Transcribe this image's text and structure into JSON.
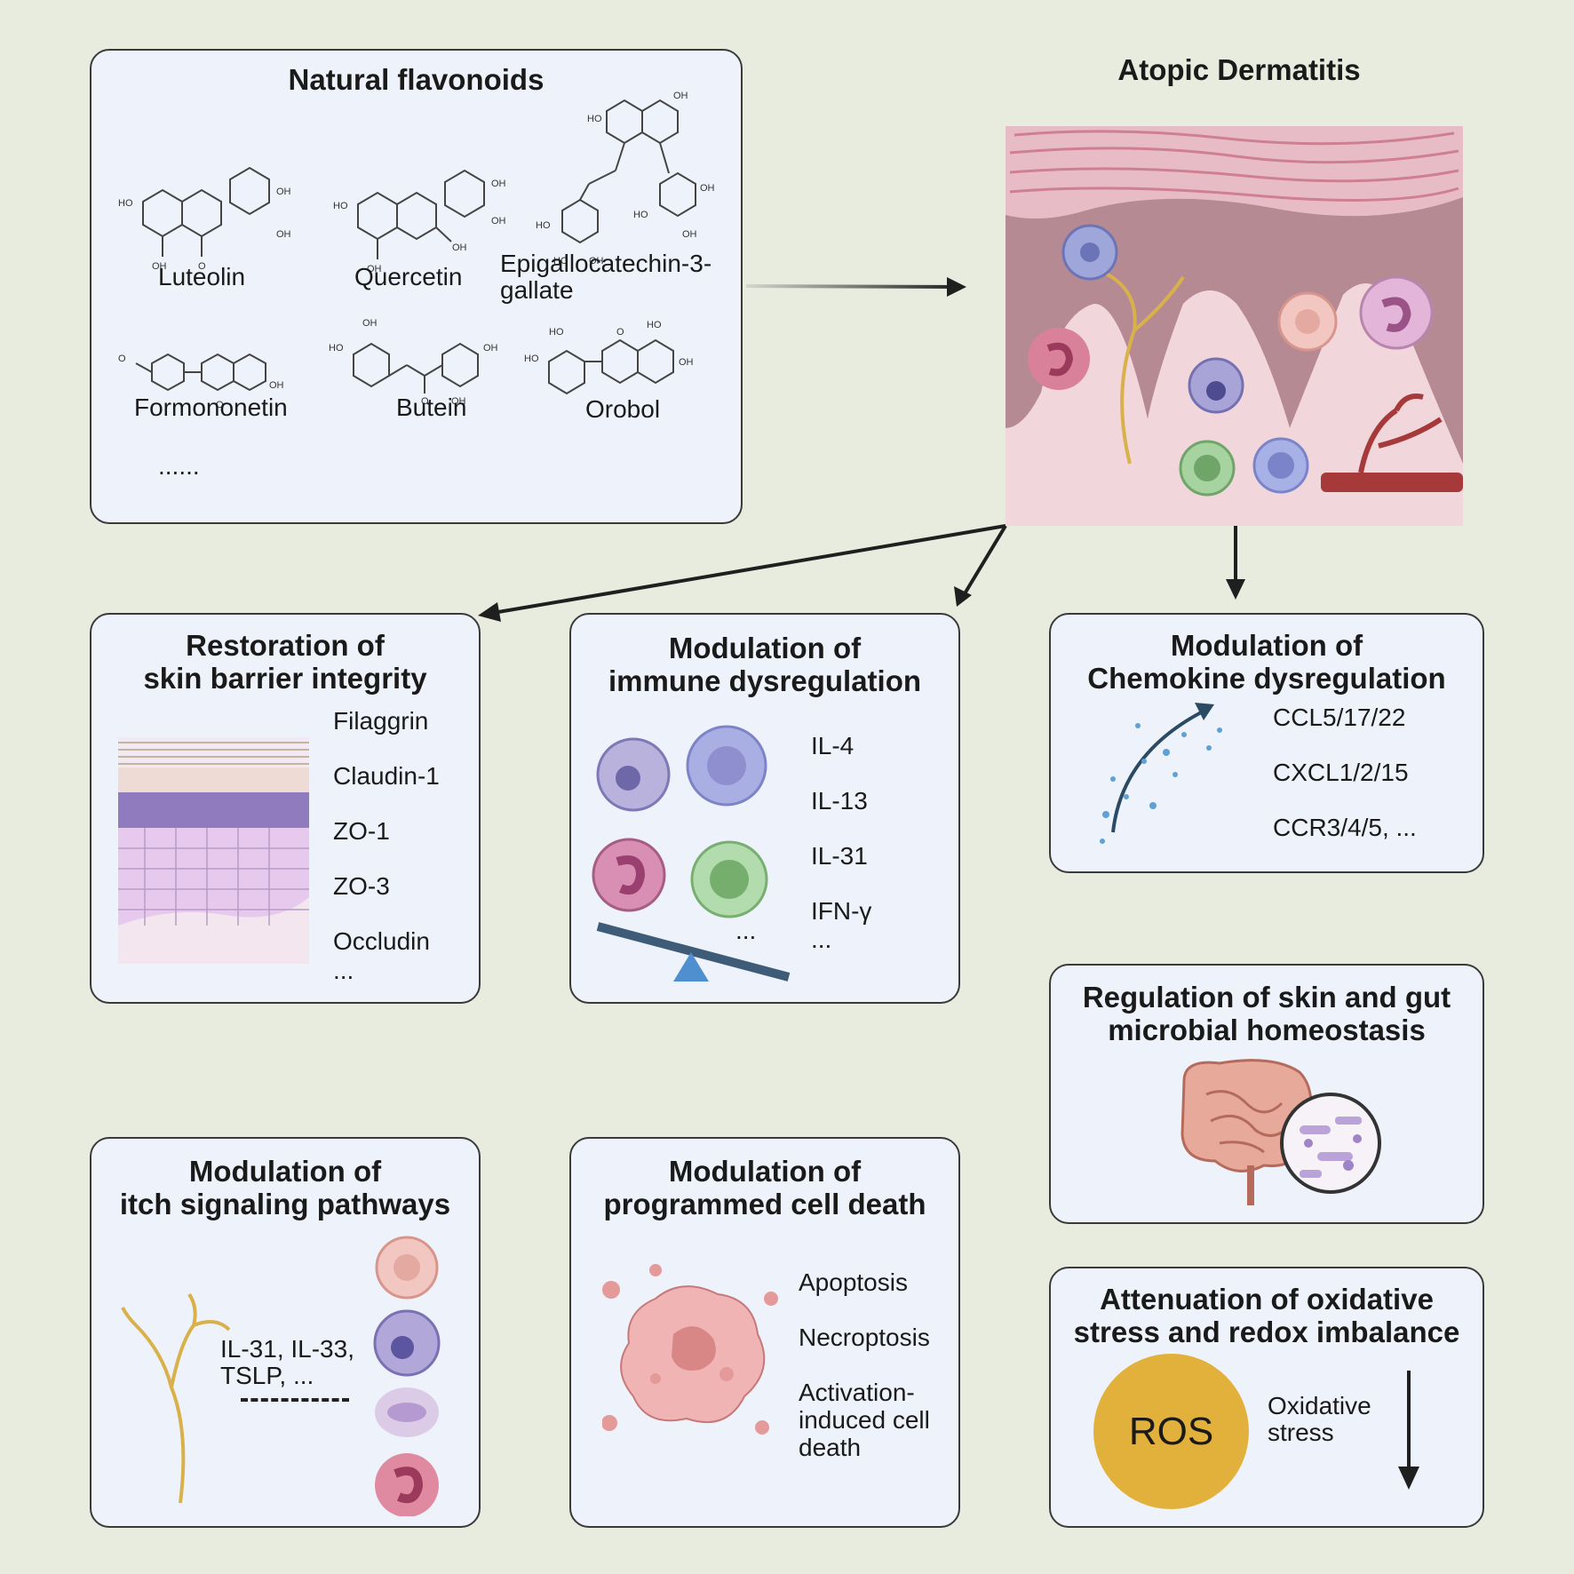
{
  "flavonoids": {
    "title": "Natural flavonoids",
    "compounds": [
      "Luteolin",
      "Quercetin",
      "Epigallocatechin-3-\ngallate",
      "Formononetin",
      "Butein",
      "Orobol"
    ],
    "more": "......"
  },
  "ad": {
    "title": "Atopic Dermatitis"
  },
  "barrier": {
    "title": "Restoration of\nskin barrier integrity",
    "items": [
      "Filaggrin",
      "Claudin-1",
      "ZO-1",
      "ZO-3",
      "Occludin",
      "..."
    ]
  },
  "immune": {
    "title": "Modulation of\nimmune dysregulation",
    "items": [
      "IL-4",
      "IL-13",
      "IL-31",
      "IFN-γ",
      "..."
    ],
    "cells_more": "..."
  },
  "chemokine": {
    "title": "Modulation of\nChemokine dysregulation",
    "items": [
      "CCL5/17/22",
      "CXCL1/2/15",
      "CCR3/4/5, ..."
    ]
  },
  "microbial": {
    "title": "Regulation of skin and gut\nmicrobial homeostasis"
  },
  "itch": {
    "title": "Modulation of\nitch signaling pathways",
    "mediators": "IL-31, IL-33,\nTSLP, ..."
  },
  "death": {
    "title": "Modulation of\nprogrammed cell death",
    "items": [
      "Apoptosis",
      "Necroptosis",
      "Activation-\ninduced cell\ndeath"
    ]
  },
  "oxidative": {
    "title": "Attenuation of oxidative\nstress and redox imbalance",
    "ros": "ROS",
    "label": "Oxidative\nstress"
  },
  "colors": {
    "background": "#e8ecdf",
    "panel": "#eef3fb",
    "border": "#3a3a3a",
    "ros": "#e2b13c",
    "arrow": "#1f1f1f"
  },
  "icons": [
    "arrow-icon",
    "skin-layers-icon",
    "seesaw-icon",
    "intestine-icon",
    "nerve-icon",
    "ros-circle-icon"
  ]
}
